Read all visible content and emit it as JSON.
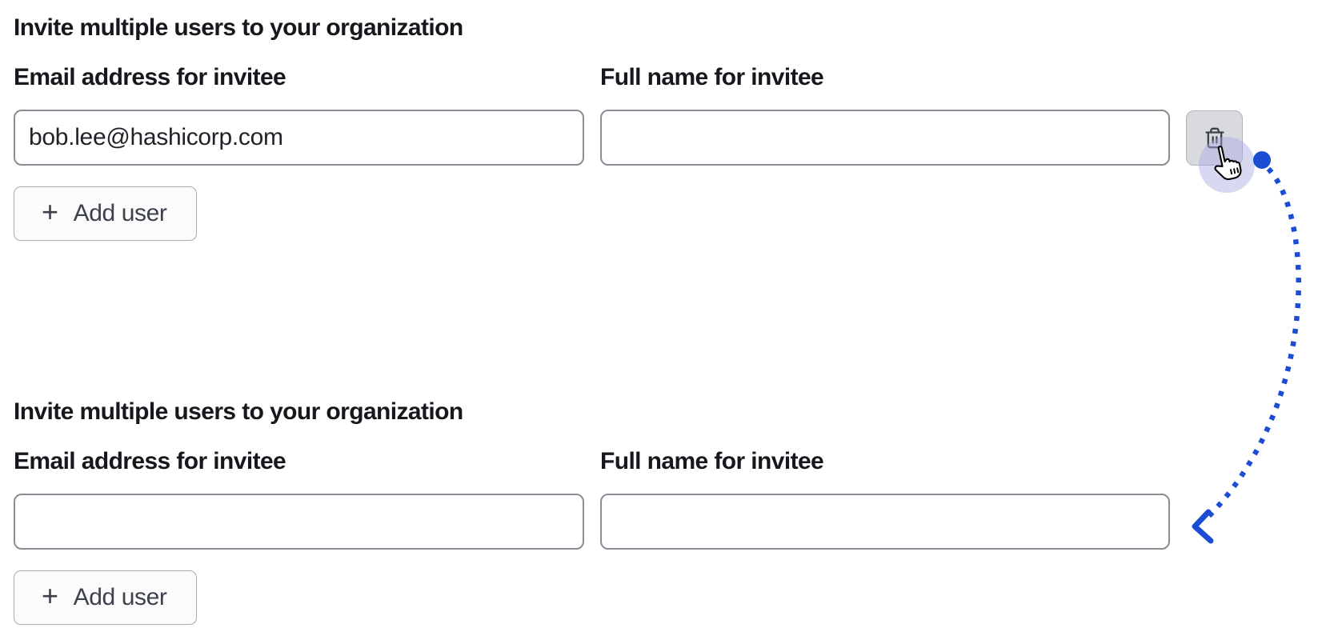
{
  "colors": {
    "accent_blue": "#1c4bd4",
    "click_halo_lavender": "#a6a8e3",
    "input_border_gray": "#8a8d95",
    "delete_button_bg": "#d9dade",
    "add_button_bg": "#fbfbfc",
    "text_dark": "#16181d"
  },
  "icons": {
    "delete": "trash-icon",
    "add": "plus-icon",
    "cursor": "cursor-pointer-icon",
    "annotation": "dotted-arrow"
  },
  "sections": [
    {
      "heading": "Invite multiple users to your organization",
      "email_label": "Email address for invitee",
      "name_label": "Full name for invitee",
      "email_value": "bob.lee@hashicorp.com",
      "name_value": "",
      "plus": "+",
      "add_user_label": "Add user"
    },
    {
      "heading": "Invite multiple users to your organization",
      "email_label": "Email address for invitee",
      "name_label": "Full name for invitee",
      "email_value": "",
      "name_value": "",
      "plus": "+",
      "add_user_label": "Add user"
    }
  ]
}
